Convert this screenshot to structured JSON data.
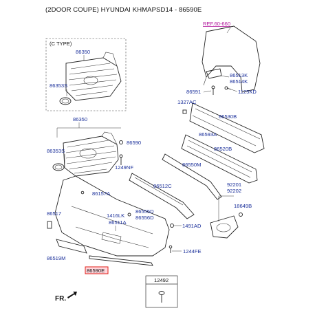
{
  "title": "(2DOOR COUPE) HYUNDAI KHMAPSD14 - 86590E",
  "inset_label": "(C TYPE)",
  "ref_label": "REF.60-660",
  "highlighted_part": "86590E",
  "fr_label": "FR.",
  "colors": {
    "label_blue": "#1a2f9a",
    "ref_magenta": "#b0129a",
    "highlight_red": "#e0201a",
    "highlight_fill": "#ffd6dc"
  },
  "labels": {
    "p86350_top": "86350",
    "p86353s_top": "86353S",
    "p86350": "86350",
    "p86590": "86590",
    "p86353s": "86353S",
    "p1249nf": "1249NF",
    "p86513k": "86513K",
    "p86514k": "86514K",
    "p86591": "86591",
    "p1125kd": "1125KD",
    "p1327ac": "1327AC",
    "p86530b": "86530B",
    "p86593a": "86593A",
    "p86520b": "86520B",
    "p86550m": "86550M",
    "p86512c": "86512C",
    "p92201": "92201",
    "p92202": "92202",
    "p86649b": "18649B",
    "p86157a": "86157A",
    "p86517": "86517",
    "p1416lk": "1416LK",
    "p86555d": "86555D",
    "p86556d": "86556D",
    "p86511a": "86511A",
    "p1491ad": "1491AD",
    "p1244fe": "1244FE",
    "p86519m": "86519M",
    "p12492": "12492"
  }
}
